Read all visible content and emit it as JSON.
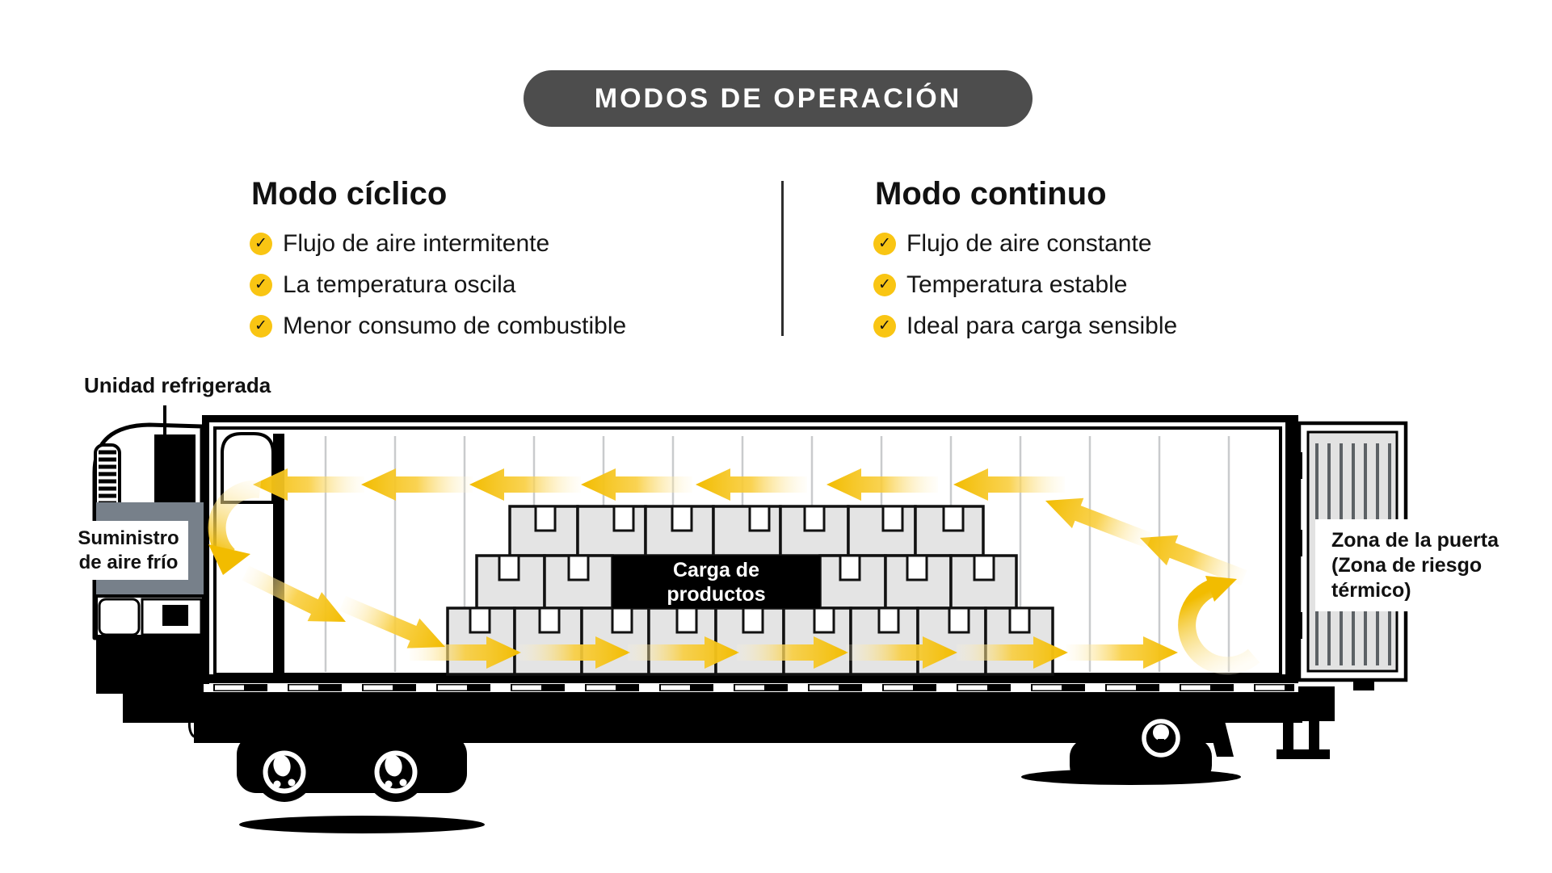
{
  "theme": {
    "pill_bg": "#4D4D4D",
    "accent_yellow": "#F9C513",
    "arrow_yellow": "#F2BC00",
    "ink": "#111111",
    "box_fill": "#E4E4E4",
    "door_fill": "#E2E2E2",
    "unit_gray": "#77808A"
  },
  "icons": {
    "check": "✓"
  },
  "title": {
    "text": "MODOS DE OPERACIÓN"
  },
  "modes": {
    "left": {
      "heading": "Modo cíclico",
      "items": [
        "Flujo de aire intermitente",
        "La temperatura oscila",
        "Menor consumo de combustible"
      ]
    },
    "right": {
      "heading": "Modo continuo",
      "items": [
        "Flujo de aire constante",
        "Temperatura estable",
        "Ideal para carga sensible"
      ]
    }
  },
  "diagram": {
    "labels": {
      "refrigerated_unit": "Unidad refrigerada",
      "cold_air_supply": "Suministro\nde aire frío",
      "cargo": "Carga de\nproductos",
      "door_zone": "Zona de la puerta\n(Zona de riesgo\ntérmico)"
    }
  }
}
